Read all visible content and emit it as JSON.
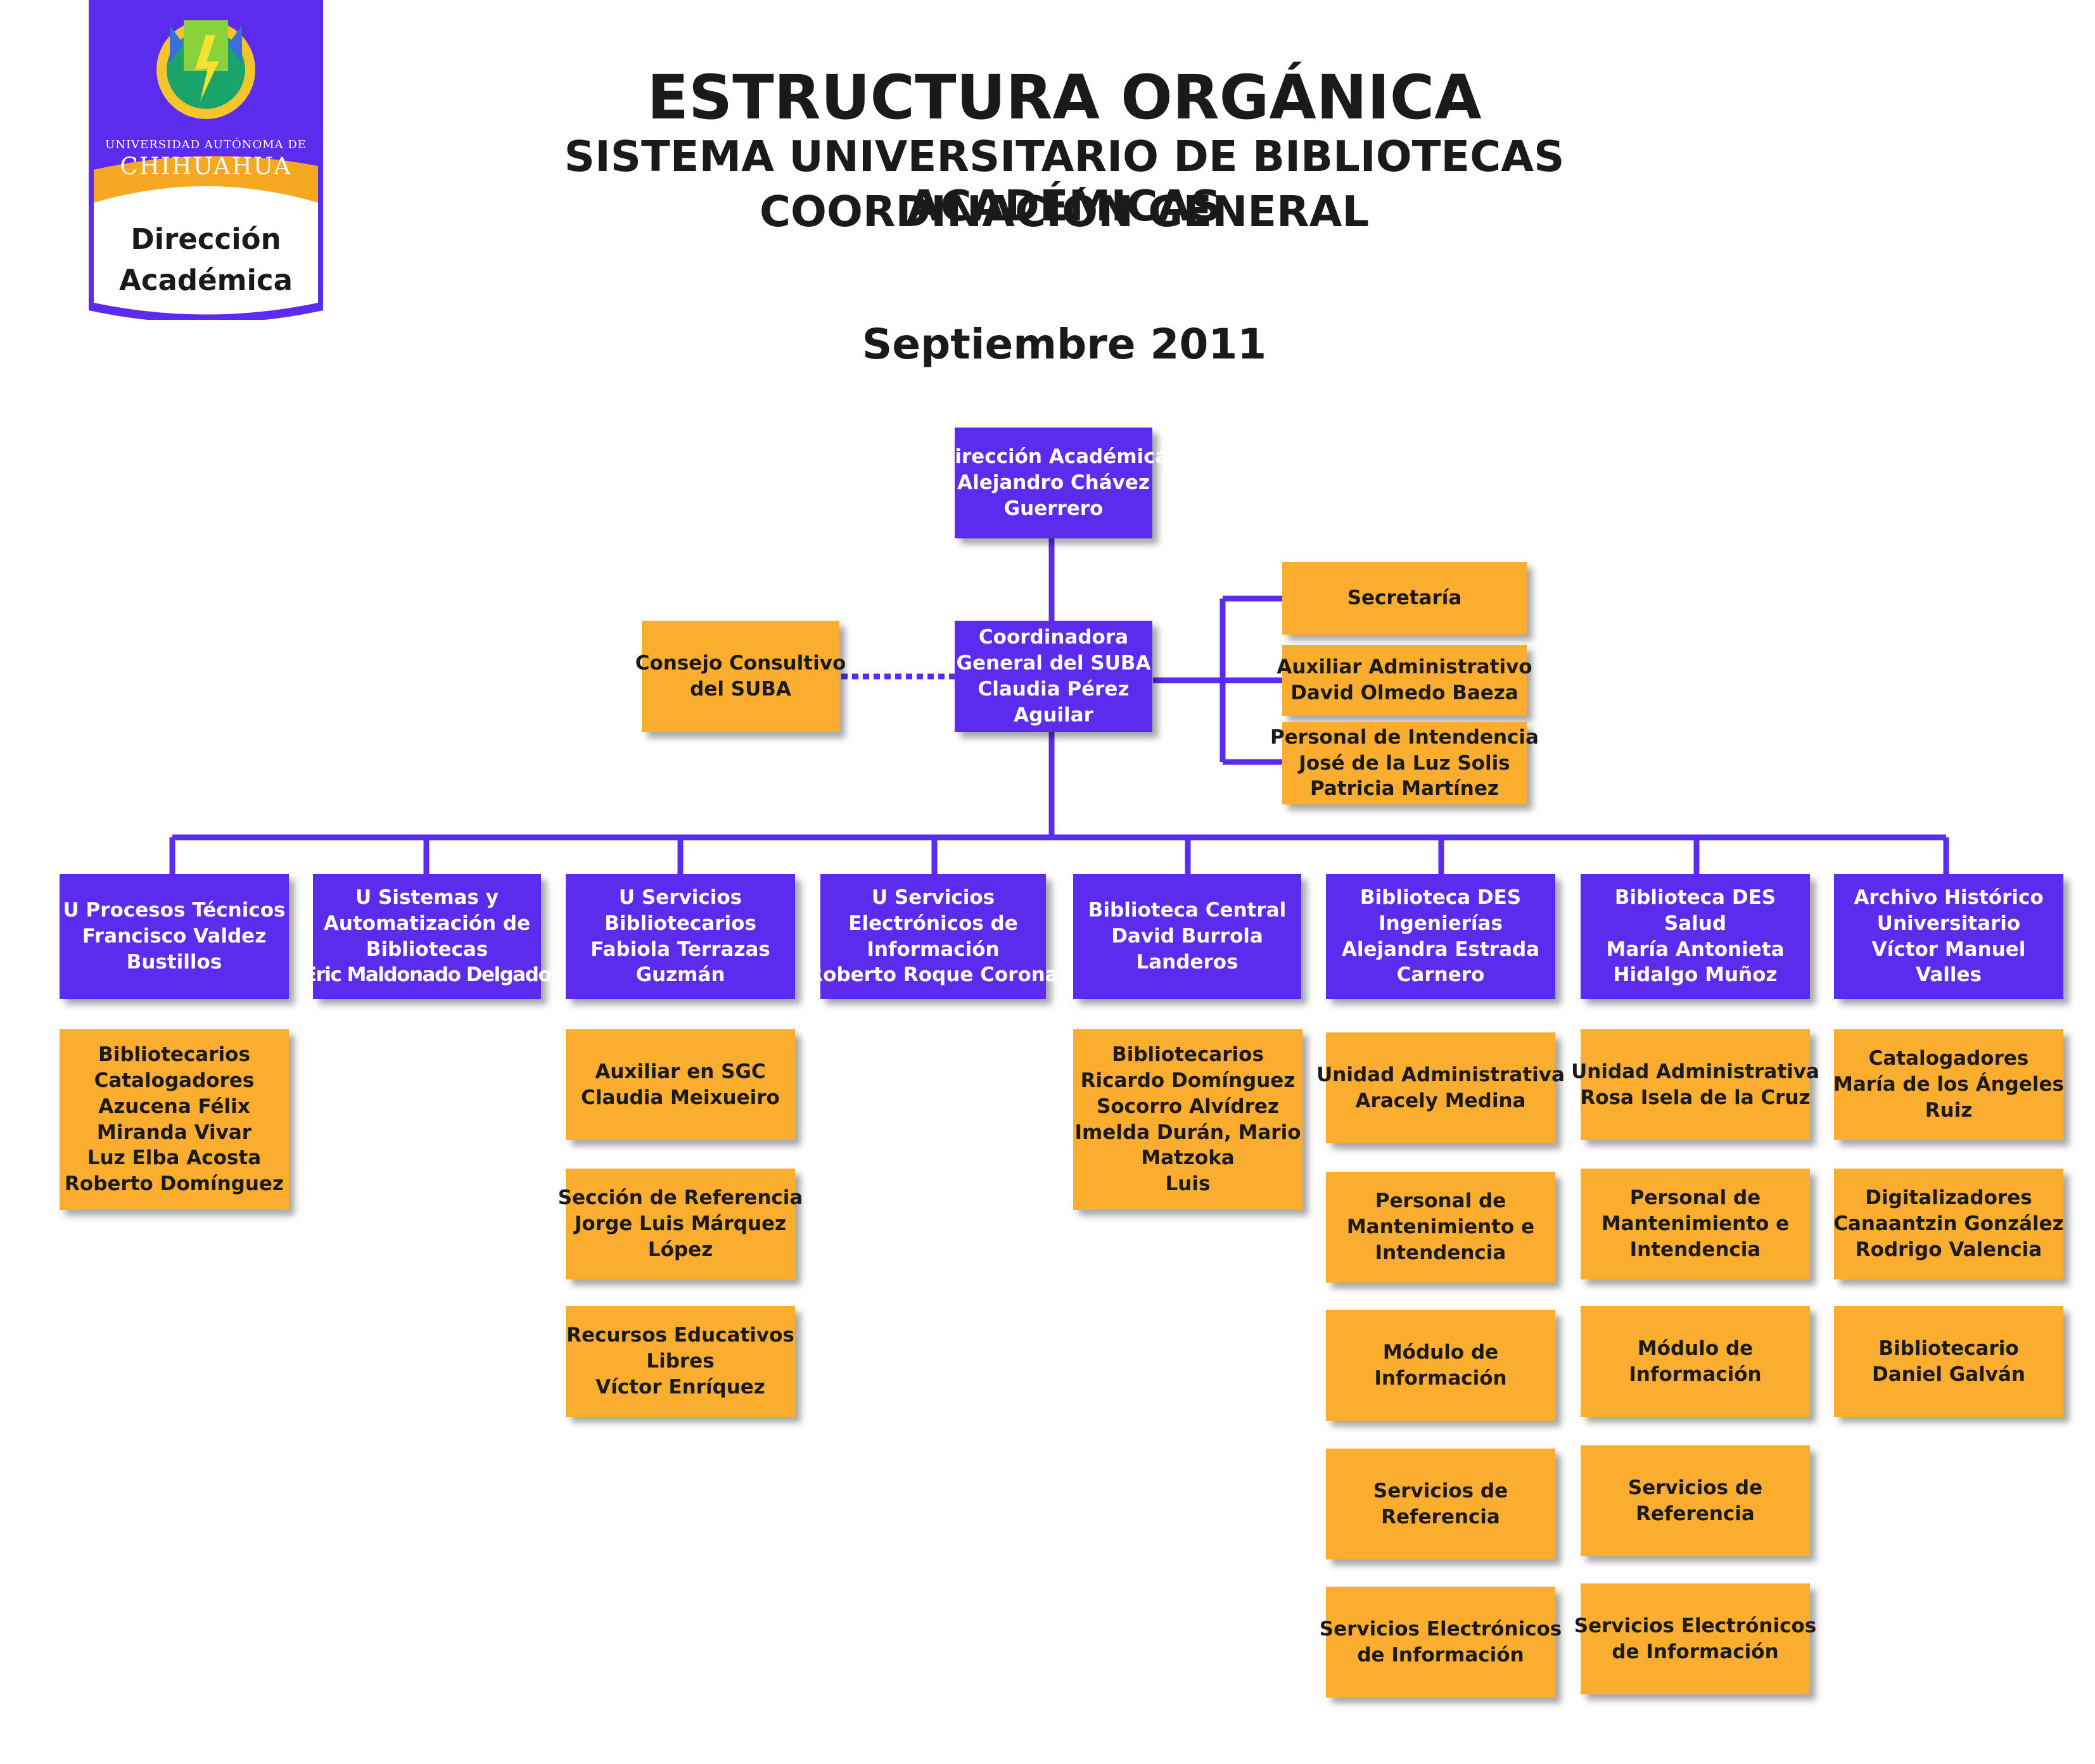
{
  "header": {
    "title": "ESTRUCTURA ORGÁNICA",
    "subtitle": "SISTEMA UNIVERSITARIO DE BIBLIOTECAS ACADÉMICAS",
    "subtitle2": "COORDINACIÓN GENERAL",
    "date": "Septiembre 2011"
  },
  "logo": {
    "university_line1": "UNIVERSIDAD AUTÓNOMA DE",
    "university_line2": "CHIHUAHUA",
    "department_line1": "Dirección",
    "department_line2": "Académica"
  },
  "colors": {
    "unit_box": "#5b2ced",
    "staff_box": "#fbad2f",
    "connector": "#5b2ced",
    "logo_band": "#f7a823"
  },
  "top": {
    "direccion": [
      "Dirección Académica",
      "Alejandro Chávez",
      "Guerrero"
    ],
    "coordinadora": [
      "Coordinadora",
      "General del SUBA",
      "Claudia Pérez",
      "Aguilar"
    ],
    "consejo": [
      "Consejo Consultivo",
      "del SUBA"
    ],
    "secretaria": [
      "Secretaría"
    ],
    "auxiliar": [
      "Auxiliar Administrativo",
      "David Olmedo Baeza"
    ],
    "intendencia": [
      "Personal de Intendencia",
      "José de la Luz Solis",
      "Patricia Martínez"
    ]
  },
  "units": {
    "u0": [
      "U Procesos Técnicos",
      "Francisco Valdez",
      "Bustillos"
    ],
    "u1": [
      "U Sistemas y",
      "Automatización de",
      "Bibliotecas",
      "Eric Maldonado Delgado"
    ],
    "u2": [
      "U Servicios",
      "Bibliotecarios",
      "Fabiola Terrazas",
      "Guzmán"
    ],
    "u3": [
      "U Servicios",
      "Electrónicos de",
      "Información",
      "Roberto Roque Corona"
    ],
    "u4": [
      "Biblioteca Central",
      "David Burrola",
      "Landeros"
    ],
    "u5": [
      "Biblioteca DES",
      "Ingenierías",
      "Alejandra Estrada",
      "Carnero"
    ],
    "u6": [
      "Biblioteca DES",
      "Salud",
      "María Antonieta",
      "Hidalgo Muñoz"
    ],
    "u7": [
      "Archivo Histórico",
      "Universitario",
      "Víctor Manuel",
      "Valles"
    ]
  },
  "staff": {
    "s0_0": [
      "Bibliotecarios",
      "Catalogadores",
      "Azucena Félix",
      "Miranda Vivar",
      "Luz Elba Acosta",
      "Roberto Domínguez"
    ],
    "s2_0": [
      "Auxiliar en SGC",
      "Claudia Meixueiro"
    ],
    "s2_1": [
      "Sección de Referencia",
      "Jorge Luis Márquez",
      "López"
    ],
    "s2_2": [
      "Recursos Educativos",
      "Libres",
      "Víctor Enríquez"
    ],
    "s4_0": [
      "Bibliotecarios",
      "Ricardo Domínguez",
      "Socorro Alvídrez",
      "Imelda Durán, Mario",
      "Matzoka",
      "Luis"
    ],
    "s5_0": [
      "Unidad Administrativa",
      "Aracely Medina"
    ],
    "s5_1": [
      "Personal de",
      "Mantenimiento e",
      "Intendencia"
    ],
    "s5_2": [
      "Módulo de",
      "Información"
    ],
    "s5_3": [
      "Servicios de",
      "Referencia"
    ],
    "s5_4": [
      "Servicios Electrónicos",
      "de Información"
    ],
    "s6_0": [
      "Unidad Administrativa",
      "Rosa Isela de la Cruz"
    ],
    "s6_1": [
      "Personal de",
      "Mantenimiento e",
      "Intendencia"
    ],
    "s6_2": [
      "Módulo de",
      "Información"
    ],
    "s6_3": [
      "Servicios de",
      "Referencia"
    ],
    "s6_4": [
      "Servicios Electrónicos",
      "de Información"
    ],
    "s7_0": [
      "Catalogadores",
      "María de los Ángeles",
      "Ruiz"
    ],
    "s7_1": [
      "Digitalizadores",
      "Canaantzin González",
      "Rodrigo Valencia"
    ],
    "s7_2": [
      "Bibliotecario",
      "Daniel Galván"
    ]
  }
}
